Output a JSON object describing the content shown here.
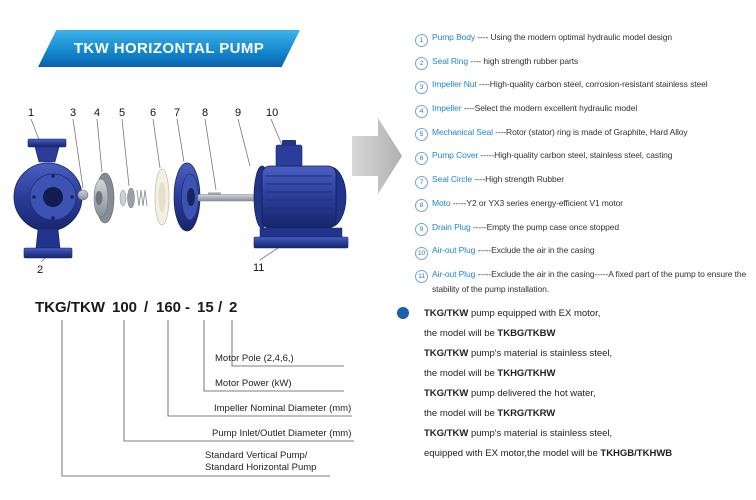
{
  "banner": {
    "title": "TKW HORIZONTAL PUMP"
  },
  "diagram": {
    "numbers_top": [
      "1",
      "3",
      "4",
      "5",
      "6",
      "7",
      "8",
      "9",
      "10"
    ],
    "number_bottom_left": "2",
    "number_bottom_right": "11"
  },
  "parts_list": {
    "items": [
      {
        "num": "1",
        "name": "Pump Body",
        "desc": " ---- Using the modern optimal hydraulic model design"
      },
      {
        "num": "2",
        "name": "Seal Ring",
        "desc": " ---- high strength rubber parts"
      },
      {
        "num": "3",
        "name": "Impeller Nut",
        "desc": " ----High-quality carbon steel, corrosion-resistant stainless steel"
      },
      {
        "num": "4",
        "name": "Impeller",
        "desc": " ----Select the modern excellent hydraulic model"
      },
      {
        "num": "5",
        "name": "Mechanical Seal",
        "desc": " ----Rotor (stator) ring is made of Graphite, Hard Alloy"
      },
      {
        "num": "6",
        "name": "Pump Cover",
        "desc": " -----High-quality carbon steel, stainless steel, casting"
      },
      {
        "num": "7",
        "name": "Seal Circle",
        "desc": " ----High strength Rubber"
      },
      {
        "num": "8",
        "name": "Moto",
        "desc": " -----Y2 or YX3 series energy-efficient V1 motor"
      },
      {
        "num": "9",
        "name": "Drain Plug",
        "desc": " -----Empty the pump case once stopped"
      },
      {
        "num": "10",
        "name": "Air-out Plug",
        "desc": " -----Exclude the air in the casing"
      },
      {
        "num": "11",
        "name": "Air-out Plug",
        "desc": " -----Exclude the air in the casing-----A fixed part of the pump to ensure the stability of the pump installation."
      }
    ]
  },
  "model_code": {
    "tokens": [
      "TKG/TKW",
      "100",
      "/",
      "160",
      "-",
      "15",
      "/",
      "2"
    ],
    "labels": [
      "Motor Pole (2,4,6,)",
      "Motor Power (kW)",
      "Impeller Nominal Diameter (mm)",
      "Pump Inlet/Outlet Diameter (mm)",
      "Standard Vertical Pump/",
      "Standard Horizontal Pump"
    ]
  },
  "notes": {
    "lines": [
      {
        "bold_start": "TKG/TKW",
        "text": " pump equipped with EX motor,",
        "bold_end": ""
      },
      {
        "bold_start": "",
        "text": "the model will be ",
        "bold_end": "TKBG/TKBW"
      },
      {
        "bold_start": "TKG/TKW",
        "text": " pump's material is stainless steel,",
        "bold_end": ""
      },
      {
        "bold_start": "",
        "text": "the model will be ",
        "bold_end": "TKHG/TKHW"
      },
      {
        "bold_start": "TKG/TKW",
        "text": " pump delivered the hot water,",
        "bold_end": ""
      },
      {
        "bold_start": "",
        "text": "the model will be ",
        "bold_end": "TKRG/TKRW"
      },
      {
        "bold_start": "TKG/TKW",
        "text": " pump's material is stainless steel,",
        "bold_end": ""
      },
      {
        "bold_start": "",
        "text": "equipped with EX motor,the model will be ",
        "bold_end": "TKHGB/TKHWB"
      }
    ]
  },
  "colors": {
    "banner_blue_light": "#3eb2e8",
    "banner_blue_dark": "#0a61ad",
    "part_name_blue": "#1f86c9",
    "pump_blue": "#2b3d99",
    "arrow_gray": "#c9c9c9",
    "bullet_blue": "#1b5eae"
  }
}
